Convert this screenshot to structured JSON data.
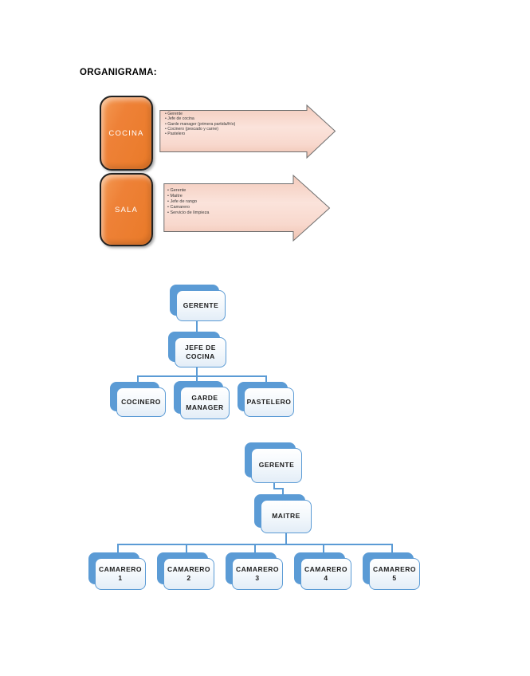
{
  "title": "ORGANIGRAMA:",
  "cocina_section": {
    "label": "COCINA",
    "bullets": [
      "Gerente",
      "Jefe de cocina",
      "Garde manager (primera partida/frío)",
      "Cocinero (pescado y carne)",
      "Pastelero"
    ]
  },
  "sala_section": {
    "label": "SALA",
    "bullets": [
      "Gerente",
      "Maitre",
      "Jefe de rango",
      "Camarero",
      "Servicio de limpieza"
    ]
  },
  "kitchen_chart": {
    "root": "GERENTE",
    "manager": "JEFE DE COCINA",
    "children": [
      "COCINERO",
      "GARDE MANAGER",
      "PASTELERO"
    ]
  },
  "dining_chart": {
    "root": "GERENTE",
    "manager": "MAITRE",
    "children": [
      "CAMARERO 1",
      "CAMARERO 2",
      "CAMARERO 3",
      "CAMARERO 4",
      "CAMARERO 5"
    ]
  },
  "colors": {
    "accent_blue": "#5B9BD5",
    "accent_orange": "#ED7D31",
    "arrow_fill": "#F8DCD2",
    "arrow_outline": "#6E6E6E"
  }
}
